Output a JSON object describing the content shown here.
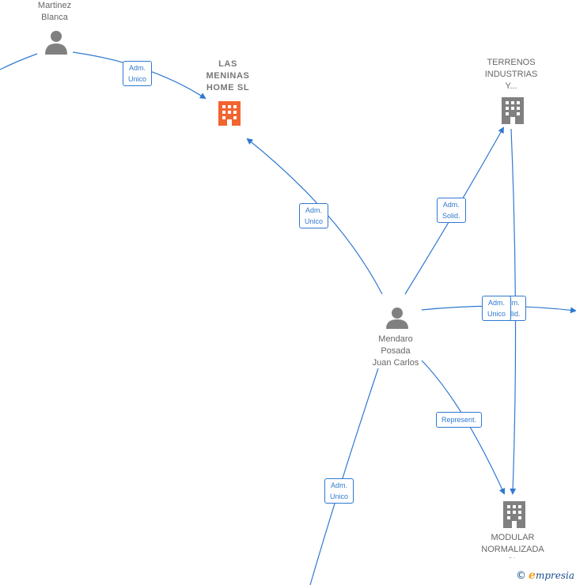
{
  "nodes": {
    "martinez": {
      "label": "Martinez\nBlanca",
      "type": "person"
    },
    "las_meninas": {
      "label": "LAS\nMENINAS\nHOME  SL",
      "type": "company-main"
    },
    "terrenos": {
      "label": "TERRENOS\nINDUSTRIAS\nY...",
      "type": "company"
    },
    "mendaro": {
      "label": "Mendaro\nPosada\nJuan Carlos",
      "type": "person"
    },
    "modular": {
      "label": "MODULAR\nNORMALIZADA\nSL",
      "type": "company"
    }
  },
  "edges": {
    "martinez_meninas": "Adm.\nUnico",
    "mendaro_meninas": "Adm.\nUnico",
    "mendaro_terrenos": "Adm.\nSolid.",
    "mendaro_right_unico": "Adm.\nUnico",
    "mendaro_right_solid": "Adm.\nSolid.",
    "mendaro_modular": "Represent.",
    "mendaro_bottom": "Adm.\nUnico"
  },
  "colors": {
    "edge": "#2f79d1",
    "main_company": "#f26430",
    "company": "#808080",
    "person": "#808080"
  },
  "brand": {
    "copyright": "©",
    "first_letter": "e",
    "rest": "mpresia"
  }
}
